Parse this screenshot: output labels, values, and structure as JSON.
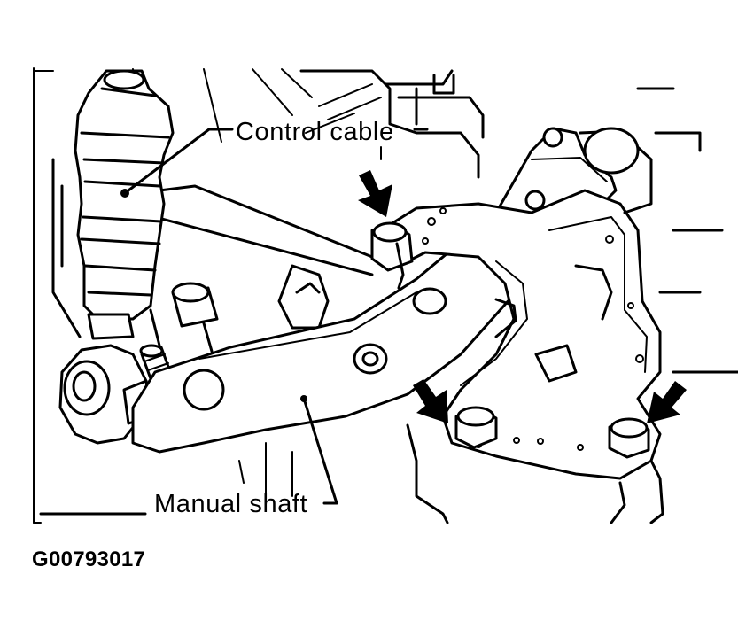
{
  "labels": {
    "control_cable": "Control cable",
    "manual_shaft": "Manual shaft"
  },
  "figure_id": "G00793017",
  "colors": {
    "ink": "#000000",
    "paper": "#ffffff"
  }
}
